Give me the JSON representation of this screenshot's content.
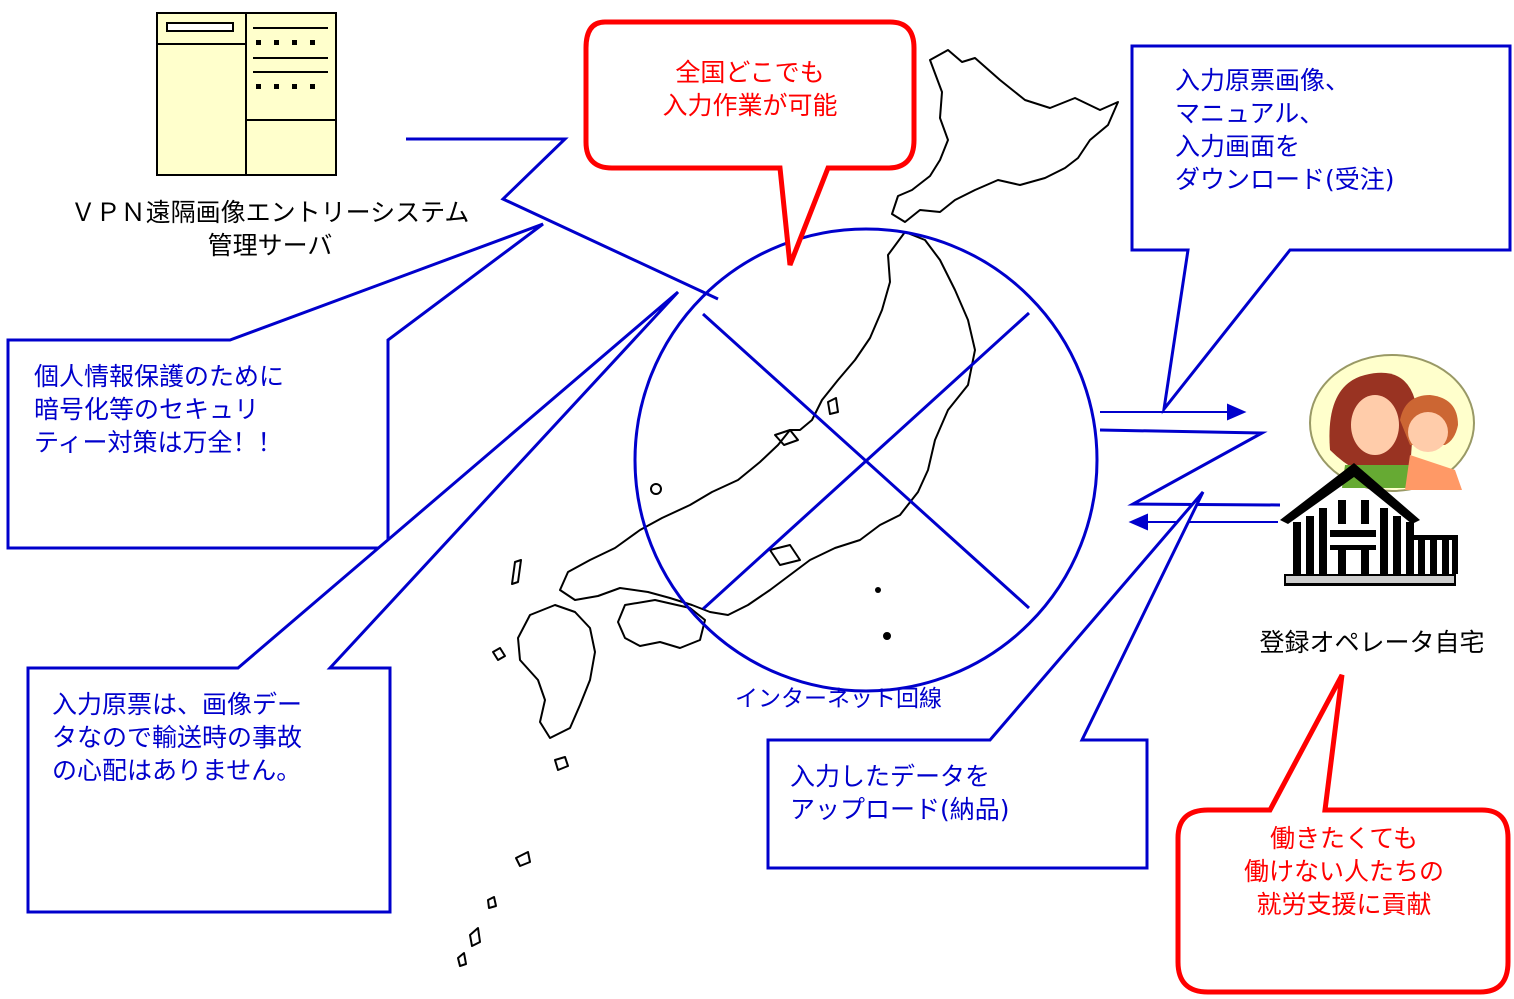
{
  "server": {
    "caption": "ＶＰＮ遠隔画像エントリーシステム\n管理サーバ"
  },
  "callouts": {
    "nationwide": "全国どこでも\n入力作業が可能",
    "download": "入力原票画像、\nマニュアル、\n入力画面を\nダウンロード(受注)",
    "security": "個人情報保護のために\n暗号化等のセキュリ\nティー対策は万全！！",
    "transport": "入力原票は、画像デー\nタなので輸送時の事故\nの心配はありません。",
    "upload": "入力したデータを\nアップロード(納品)",
    "employment": "働きたくても\n働けない人たちの\n就労支援に貢献"
  },
  "network_label": "インターネット回線",
  "operator_label": "登録オペレータ自宅",
  "colors": {
    "blue": "#0000cc",
    "red": "#ff0000",
    "server_fill": "#ffffcc"
  }
}
